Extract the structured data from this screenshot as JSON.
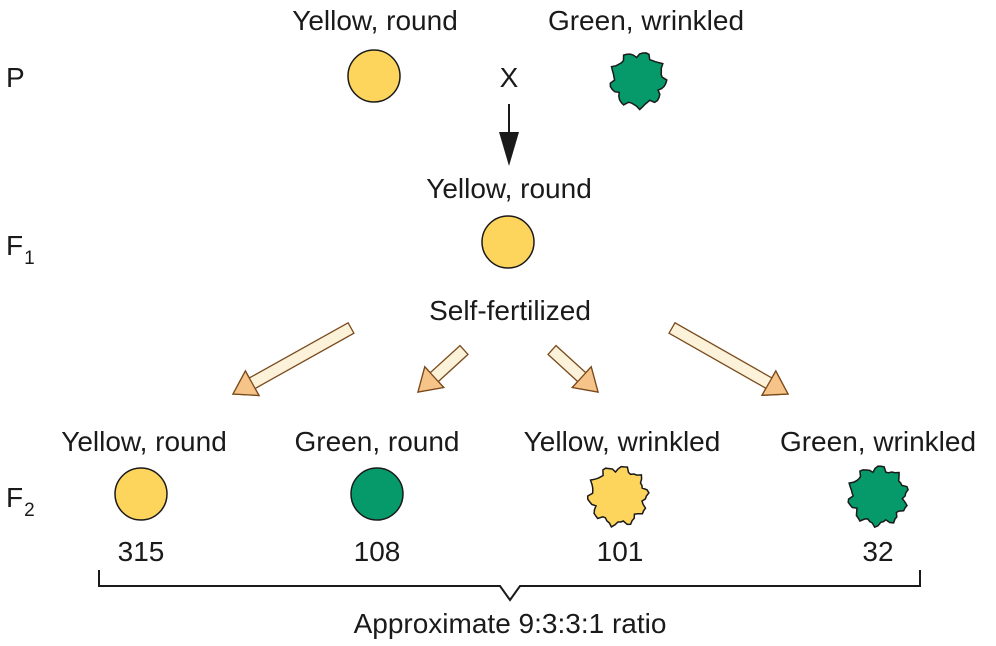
{
  "colors": {
    "yellow": "#fdd45c",
    "green": "#069a6a",
    "outline": "#1a1a1a",
    "arrow_fill": "#fbf2d9",
    "arrow_fill_head": "#f6c488",
    "arrow_stroke": "#7a4a1c"
  },
  "generations": {
    "p": "P",
    "f1_letter": "F",
    "f1_sub": "1",
    "f2_letter": "F",
    "f2_sub": "2"
  },
  "parents": {
    "left_label": "Yellow, round",
    "right_label": "Green, wrinkled",
    "cross_symbol": "X"
  },
  "f1": {
    "label": "Yellow, round",
    "process": "Self-fertilized"
  },
  "f2": [
    {
      "label": "Yellow, round",
      "count": "315",
      "color": "yellow",
      "shape": "round"
    },
    {
      "label": "Green, round",
      "count": "108",
      "color": "green",
      "shape": "round"
    },
    {
      "label": "Yellow, wrinkled",
      "count": "101",
      "color": "yellow",
      "shape": "wrinkled"
    },
    {
      "label": "Green, wrinkled",
      "count": "32",
      "color": "green",
      "shape": "wrinkled"
    }
  ],
  "ratio_label": "Approximate 9:3:3:1 ratio"
}
